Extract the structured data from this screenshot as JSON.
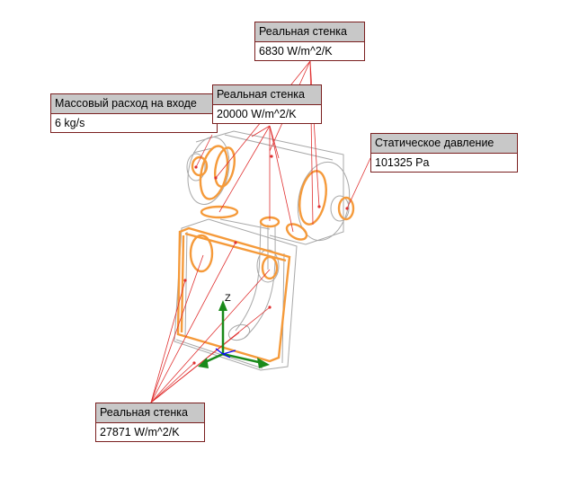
{
  "callouts": {
    "wall_top": {
      "title": "Реальная стенка",
      "value": "6830 W/m^2/K"
    },
    "wall_middle": {
      "title": "Реальная стенка",
      "value": "20000 W/m^2/K"
    },
    "mass_flow_inlet": {
      "title": "Массовый расход на входе",
      "value": "6 kg/s"
    },
    "static_pressure": {
      "title": "Статическое давление",
      "value": "101325 Pa"
    },
    "wall_bottom": {
      "title": "Реальная стенка",
      "value": "27871 W/m^2/K"
    }
  },
  "axes": {
    "z_label": "Z"
  },
  "colors": {
    "callout_border": "#7a1f1f",
    "callout_header": "#c8c8c8",
    "leader_line": "#e03030",
    "highlight_face": "#f59a3a",
    "wireframe": "#9a9a9a",
    "axis_x": "#1a8a1a",
    "axis_y": "#1a8a1a",
    "axis_z": "#1a8a1a",
    "axis_plane": "#0000ff"
  },
  "icons": {
    "triad": "coordinate-triad-icon"
  }
}
